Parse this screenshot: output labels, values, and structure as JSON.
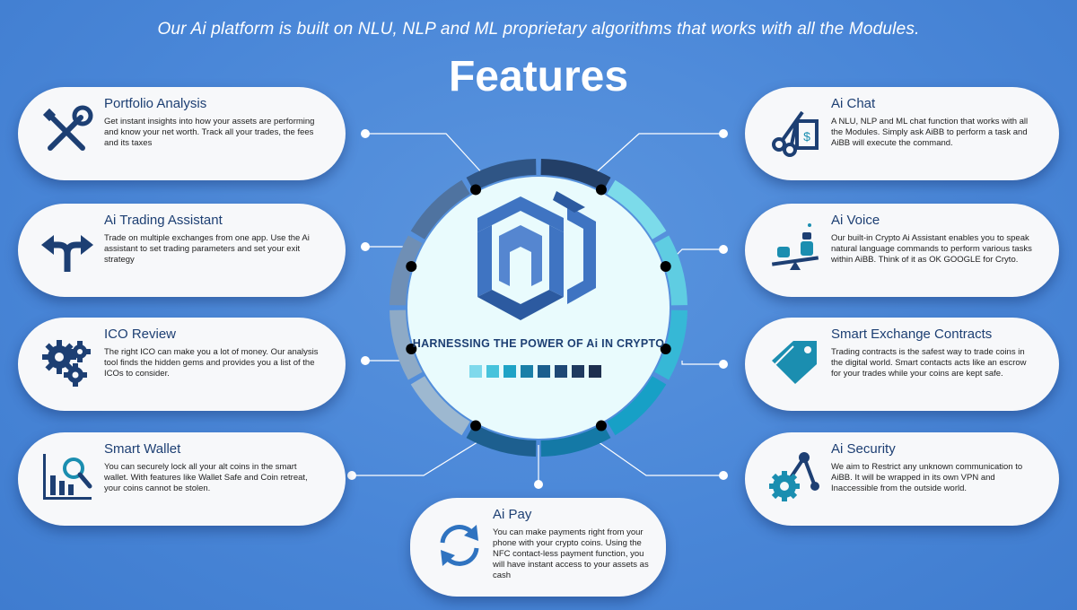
{
  "header": {
    "subtitle": "Our Ai platform is built on NLU, NLP and ML proprietary algorithms that works with all the Modules.",
    "title": "Features"
  },
  "hub": {
    "caption": "HARNESSING THE POWER OF Ai IN CRYPTO",
    "logo_icon": "aibb-logo-icon",
    "squares_colors": [
      "#7fd9ec",
      "#47c3dc",
      "#1fa3c6",
      "#1a7fa8",
      "#1b5e8e",
      "#1e4876",
      "#1f3a60",
      "#1e2f4f"
    ]
  },
  "colors": {
    "background": "#4a87d8",
    "card": "#f7f8fa",
    "title_text": "#1d3f73",
    "icon_dark": "#1d3f73",
    "icon_teal": "#1b8eb0"
  },
  "features": {
    "portfolio": {
      "title": "Portfolio Analysis",
      "desc": "Get instant insights into how your assets are performing and know your net worth. Track all your trades, the fees and its taxes",
      "icon": "wrench-screwdriver-icon"
    },
    "trading": {
      "title": "Ai Trading Assistant",
      "desc": "Trade on multiple exchanges from one app. Use the Ai assistant to set trading parameters and set your exit strategy",
      "icon": "split-arrows-icon"
    },
    "ico": {
      "title": "ICO Review",
      "desc": "The right ICO can make you a lot of money. Our analysis tool finds the hidden gems and provides you a list of the ICOs to consider.",
      "icon": "gears-icon"
    },
    "wallet": {
      "title": "Smart Wallet",
      "desc": "You can securely lock all your alt coins in the smart wallet. With features like Wallet Safe and Coin retreat, your coins cannot be stolen.",
      "icon": "chart-magnifier-icon"
    },
    "chat": {
      "title": "Ai Chat",
      "desc": "A NLU, NLP and ML chat function that works with all the Modules. Simply ask AiBB to perform a task and AiBB will execute the command.",
      "icon": "scissors-receipt-icon"
    },
    "voice": {
      "title": "Ai Voice",
      "desc": "Our built-in Crypto Ai Assistant enables you to speak natural language commands to perform various tasks within AiBB. Think of it as OK GOOGLE for Cryto.",
      "icon": "balance-scale-icon"
    },
    "exchange": {
      "title": "Smart Exchange Contracts",
      "desc": "Trading contracts is the safest way to trade coins in the digital world. Smart contacts acts like an escrow for your trades while your coins are kept safe.",
      "icon": "tag-icon"
    },
    "security": {
      "title": "Ai Security",
      "desc": "We aim to Restrict any unknown communication to AiBB. It will be wrapped in its own VPN and Inaccessible from the outside world.",
      "icon": "gear-network-icon"
    },
    "pay": {
      "title": "Ai Pay",
      "desc": "You can make payments right from your phone with your crypto coins. Using the NFC contact-less payment function, you will have instant access to your assets as cash",
      "icon": "refresh-arrows-icon"
    }
  }
}
